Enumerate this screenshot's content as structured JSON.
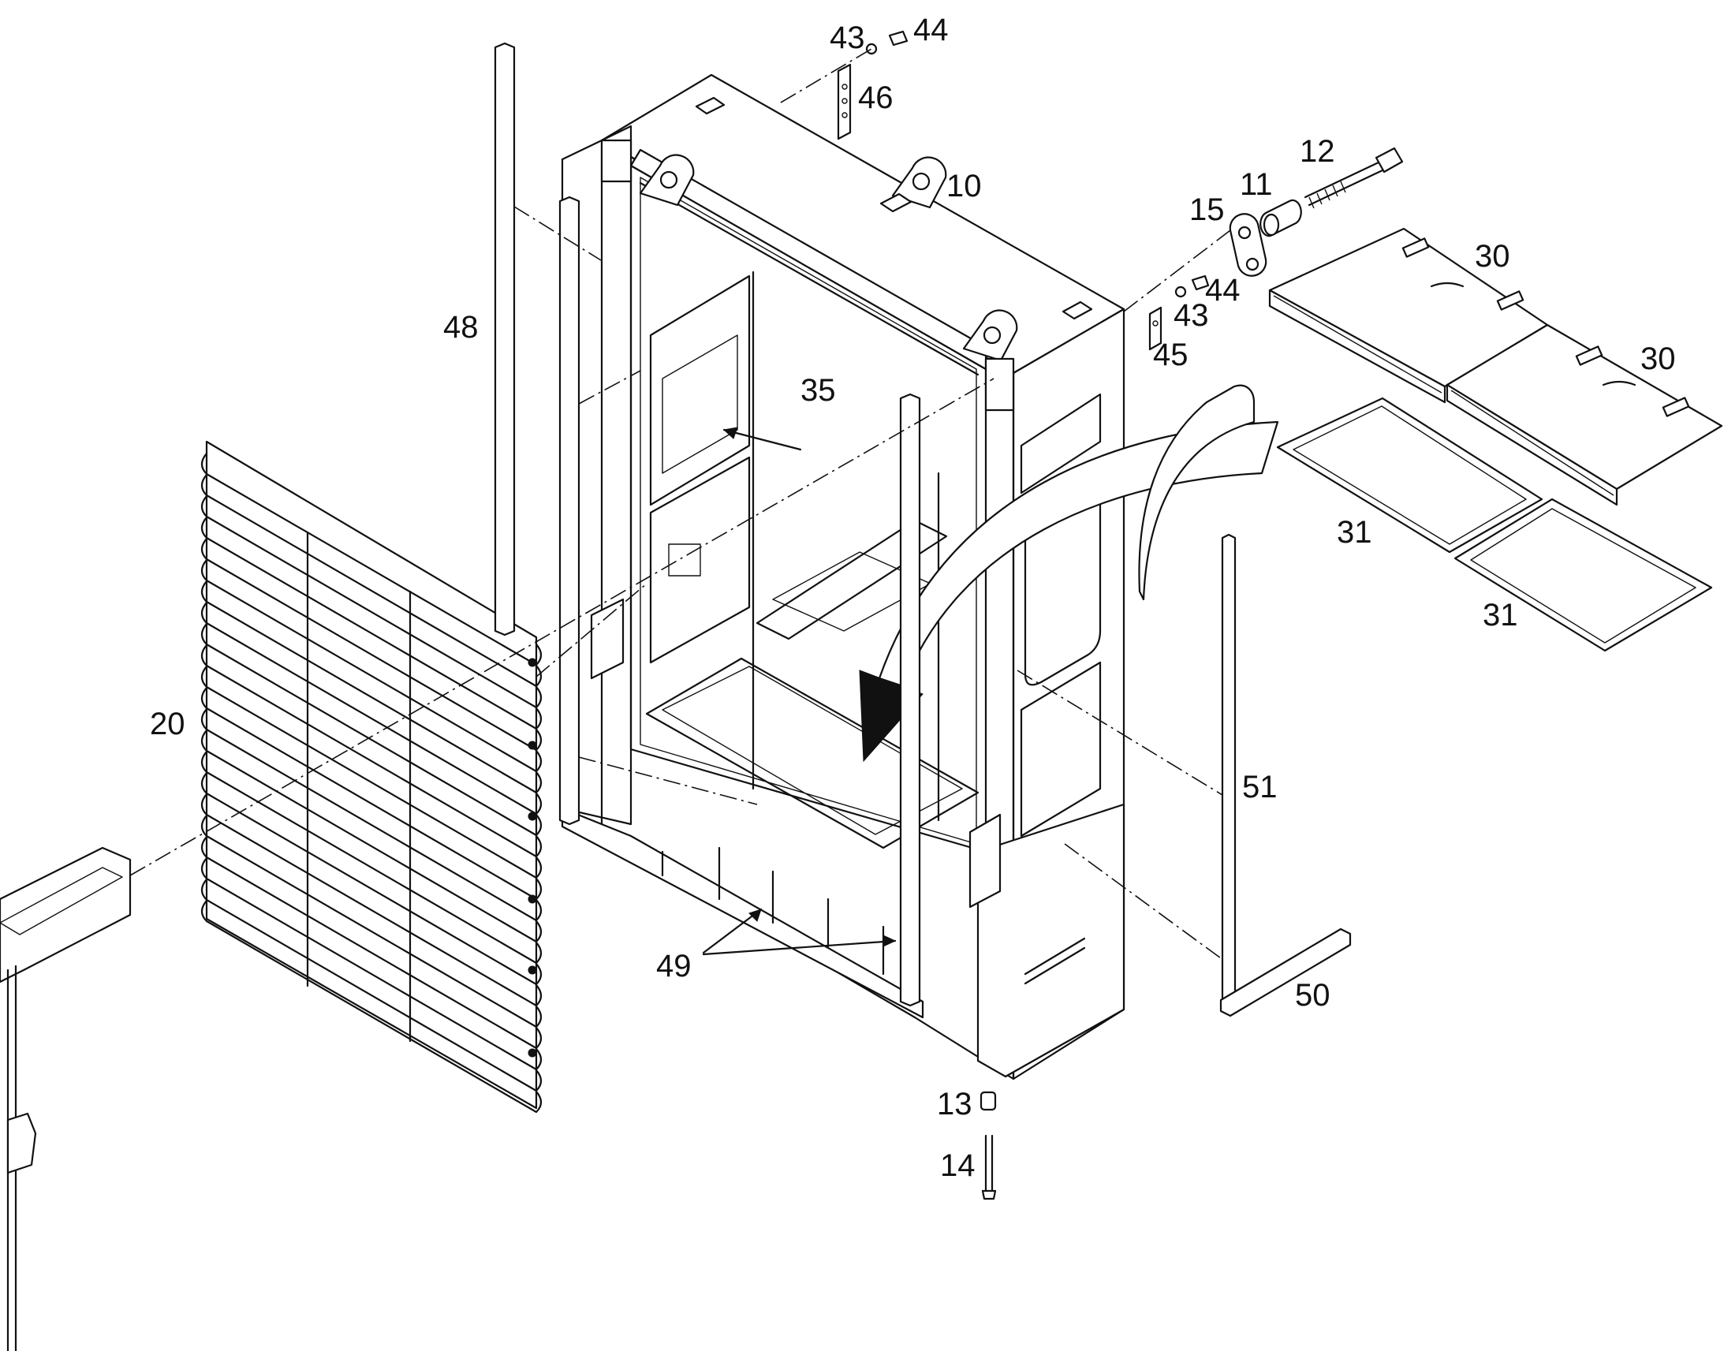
{
  "diagram": {
    "callouts": [
      {
        "id": "c43a",
        "label": "43"
      },
      {
        "id": "c44a",
        "label": "44"
      },
      {
        "id": "c46",
        "label": "46"
      },
      {
        "id": "c10",
        "label": "10"
      },
      {
        "id": "c12",
        "label": "12"
      },
      {
        "id": "c11",
        "label": "11"
      },
      {
        "id": "c15",
        "label": "15"
      },
      {
        "id": "c44b",
        "label": "44"
      },
      {
        "id": "c43b",
        "label": "43"
      },
      {
        "id": "c45",
        "label": "45"
      },
      {
        "id": "c30a",
        "label": "30"
      },
      {
        "id": "c30b",
        "label": "30"
      },
      {
        "id": "c31a",
        "label": "31"
      },
      {
        "id": "c31b",
        "label": "31"
      },
      {
        "id": "c48",
        "label": "48"
      },
      {
        "id": "c35",
        "label": "35"
      },
      {
        "id": "c20",
        "label": "20"
      },
      {
        "id": "c51",
        "label": "51"
      },
      {
        "id": "c49",
        "label": "49"
      },
      {
        "id": "c50",
        "label": "50"
      },
      {
        "id": "c13",
        "label": "13"
      },
      {
        "id": "c14",
        "label": "14"
      }
    ]
  }
}
